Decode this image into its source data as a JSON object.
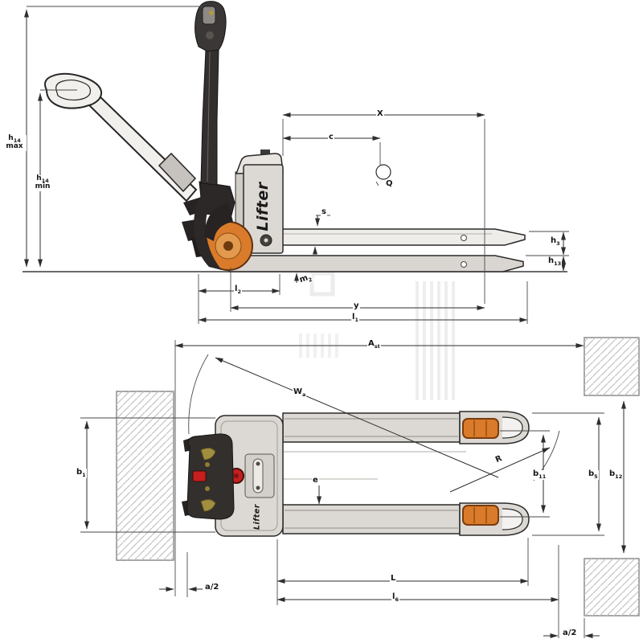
{
  "brand": {
    "logo": "Lifter"
  },
  "colors": {
    "line": "#2e2e2e",
    "body_gray": "#dcd8d3",
    "dark_tiller": "#332f2e",
    "accent_orange": "#d97b2a",
    "accent_red": "#c5201e",
    "hatch_gray": "#c3c3c3"
  },
  "side": {
    "h14max": {
      "main": "h",
      "sub": "14",
      "line2": "max"
    },
    "h14min": {
      "main": "h",
      "sub": "14",
      "line2": "min"
    },
    "x": {
      "main": "X"
    },
    "c": {
      "main": "c"
    },
    "q": {
      "main": "Q"
    },
    "s": {
      "main": "s"
    },
    "m2": {
      "main": "m",
      "sub": "2"
    },
    "l2": {
      "main": "l",
      "sub": "2"
    },
    "y": {
      "main": "y"
    },
    "l1": {
      "main": "l",
      "sub": "1"
    },
    "h3": {
      "main": "h",
      "sub": "3"
    },
    "h13": {
      "main": "h",
      "sub": "13"
    }
  },
  "top": {
    "ast": {
      "main": "A",
      "sub": "st"
    },
    "wa": {
      "main": "W",
      "sub": "a"
    },
    "r": {
      "main": "R"
    },
    "b1": {
      "main": "b",
      "sub": "1"
    },
    "b11": {
      "main": "b",
      "sub": "11"
    },
    "b5": {
      "main": "b",
      "sub": "5"
    },
    "b12": {
      "main": "b",
      "sub": "12"
    },
    "e": {
      "main": "e"
    },
    "l": {
      "main": "L"
    },
    "l6": {
      "main": "l",
      "sub": "6"
    },
    "a2_left": {
      "main": "a/2"
    },
    "a2_right": {
      "main": "a/2"
    }
  }
}
